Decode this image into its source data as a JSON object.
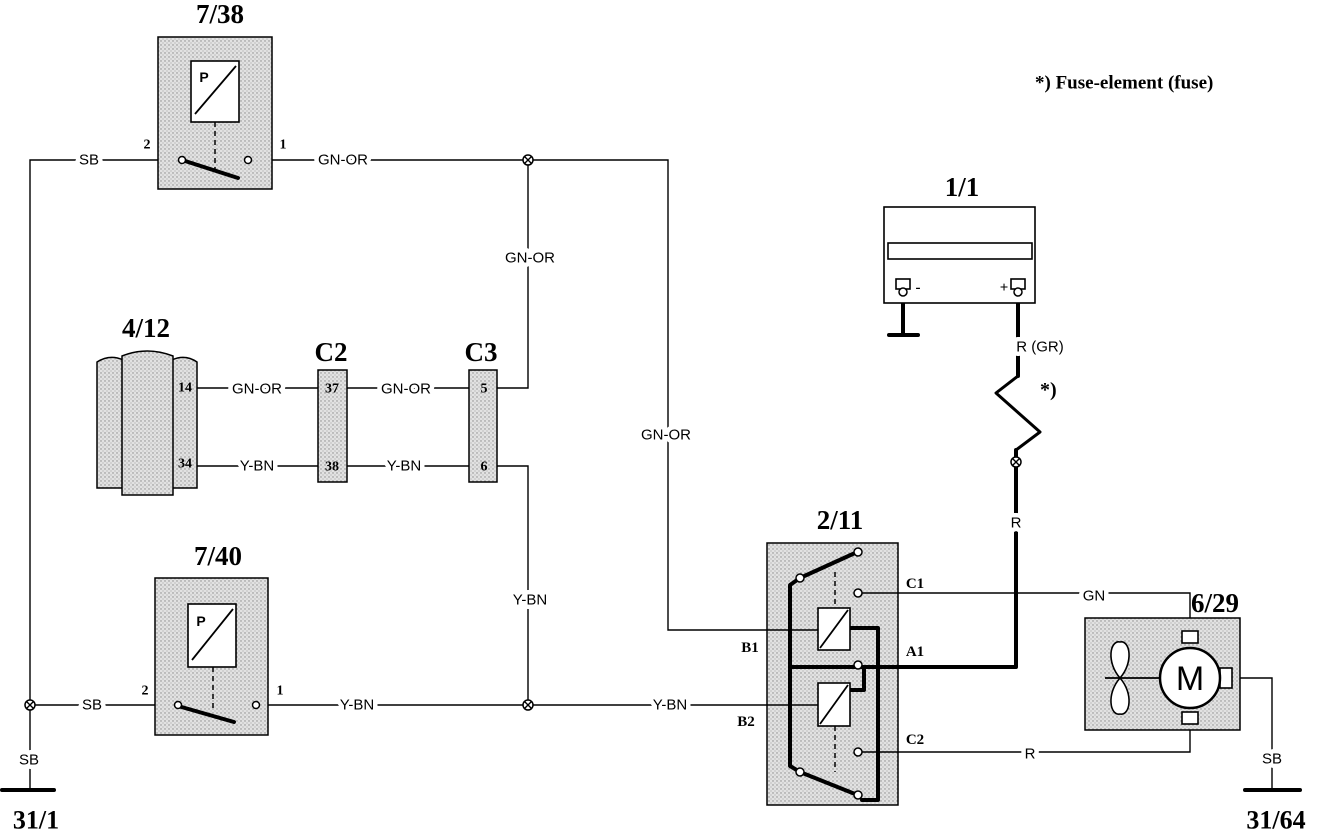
{
  "footnote": "*) Fuse-element (fuse)",
  "components": {
    "pressure_switch_top": {
      "label": "7/38",
      "symbol": "P",
      "pin_a": "2",
      "pin_b": "1"
    },
    "pressure_switch_bottom": {
      "label": "7/40",
      "symbol": "P",
      "pin_a": "2",
      "pin_b": "1"
    },
    "module_412": {
      "label": "4/12",
      "pin_top": "14",
      "pin_bottom": "34"
    },
    "connector_c2": {
      "label": "C2",
      "pin_top": "37",
      "pin_bottom": "38"
    },
    "connector_c3": {
      "label": "C3",
      "pin_top": "5",
      "pin_bottom": "6"
    },
    "relay": {
      "label": "2/11",
      "terminal_b1": "B1",
      "terminal_b2": "B2",
      "terminal_c1": "C1",
      "terminal_a1": "A1",
      "terminal_c2": "C2"
    },
    "battery": {
      "label": "1/1",
      "negative": "-",
      "positive": "+"
    },
    "fan_motor": {
      "label": "6/29",
      "motor_symbol": "M"
    },
    "fuse": {
      "mark": "*)"
    }
  },
  "grounds": {
    "left": "31/1",
    "right": "31/64"
  },
  "wires": {
    "sb_top": "SB",
    "gnor_top": "GN-OR",
    "gnor_vertical_c3": "GN-OR",
    "gnor_vertical_relay": "GN-OR",
    "gnor_412_c2": "GN-OR",
    "gnor_c2_c3": "GN-OR",
    "ybn_412_c2": "Y-BN",
    "ybn_c2_c3": "Y-BN",
    "ybn_vertical": "Y-BN",
    "sb_bottom": "SB",
    "ybn_switch": "Y-BN",
    "ybn_relay": "Y-BN",
    "sb_ground_left": "SB",
    "r_gr_battery": "R (GR)",
    "r_relay": "R",
    "gn_motor": "GN",
    "r_motor": "R",
    "sb_ground_right": "SB"
  },
  "colors": {
    "stipple_fill": "#e2e2e2",
    "stipple_dot": "#888888",
    "line": "#000000"
  }
}
